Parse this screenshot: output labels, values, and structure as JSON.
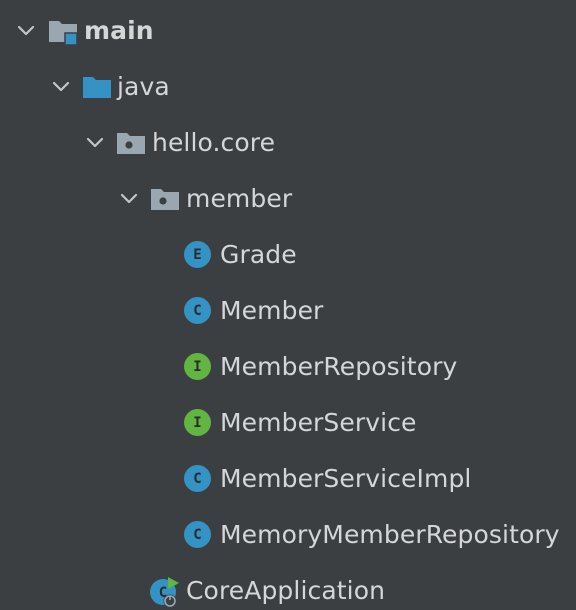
{
  "project_tree": {
    "nodes": [
      {
        "label": "main",
        "expanded": true,
        "kind": "source-root-folder"
      },
      {
        "label": "java",
        "expanded": true,
        "kind": "source-folder"
      },
      {
        "label": "hello.core",
        "expanded": true,
        "kind": "package"
      },
      {
        "label": "member",
        "expanded": true,
        "kind": "package"
      },
      {
        "label": "Grade",
        "kind": "enum",
        "badge": "E"
      },
      {
        "label": "Member",
        "kind": "class",
        "badge": "C"
      },
      {
        "label": "MemberRepository",
        "kind": "interface",
        "badge": "I"
      },
      {
        "label": "MemberService",
        "kind": "interface",
        "badge": "I"
      },
      {
        "label": "MemberServiceImpl",
        "kind": "class",
        "badge": "C"
      },
      {
        "label": "MemoryMemberRepository",
        "kind": "class",
        "badge": "C"
      },
      {
        "label": "CoreApplication",
        "kind": "spring-boot-application"
      }
    ]
  },
  "colors": {
    "background": "#3c3f41",
    "text": "#d4d6d8",
    "folder": "#9aa7b0",
    "source_folder": "#3592c4",
    "class_badge": "#3592c4",
    "enum_badge": "#3592c4",
    "interface_badge": "#62b543",
    "spring_green": "#62b543"
  }
}
